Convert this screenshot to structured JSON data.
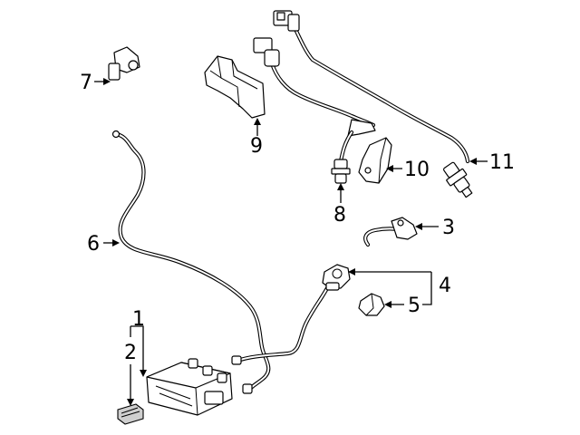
{
  "callouts": [
    {
      "id": "1",
      "text": "1"
    },
    {
      "id": "2",
      "text": "2"
    },
    {
      "id": "3",
      "text": "3"
    },
    {
      "id": "4",
      "text": "4"
    },
    {
      "id": "5",
      "text": "5"
    },
    {
      "id": "6",
      "text": "6"
    },
    {
      "id": "7",
      "text": "7"
    },
    {
      "id": "8",
      "text": "8"
    },
    {
      "id": "9",
      "text": "9"
    },
    {
      "id": "10",
      "text": "10"
    },
    {
      "id": "11",
      "text": "11"
    }
  ]
}
